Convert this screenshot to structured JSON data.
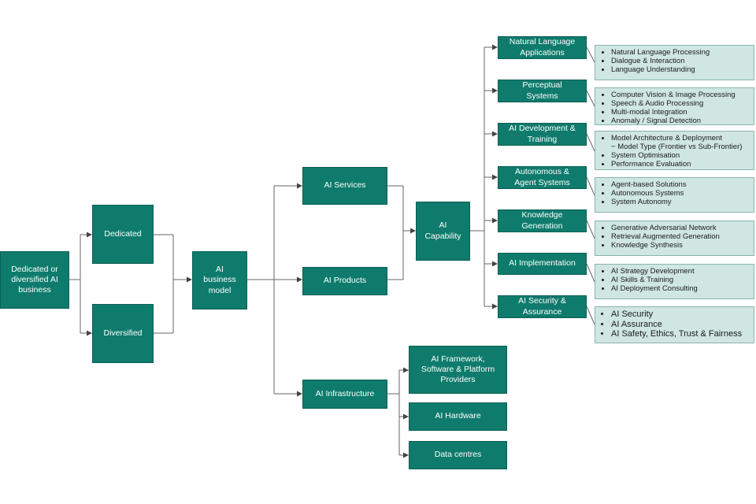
{
  "root": "Dedicated or diversified AI business",
  "level1": {
    "dedicated": "Dedicated",
    "diversified": "Diversified"
  },
  "business_model": "AI business model",
  "level3": {
    "services": "AI Services",
    "products": "AI Products",
    "infrastructure": "AI Infrastructure"
  },
  "capability": "AI Capability",
  "capabilities": [
    {
      "label": "Natural Language Applications",
      "items": [
        "Natural Language Processing",
        "Dialogue & Interaction",
        "Language Understanding"
      ]
    },
    {
      "label": "Perceptual Systems",
      "items": [
        "Computer Vision & Image Processing",
        "Speech & Audio Processing",
        "Multi-modal Integration",
        "Anomaly / Signal Detection"
      ]
    },
    {
      "label": "AI Development & Training",
      "items": [
        "Model Architecture & Deployment"
      ],
      "subitem": "Model Type (Frontier vs Sub-Frontier)",
      "items2": [
        "System Optimisation",
        "Performance Evaluation"
      ]
    },
    {
      "label": "Autonomous & Agent Systems",
      "items": [
        "Agent-based Solutions",
        "Autonomous Systems",
        "System Autonomy"
      ]
    },
    {
      "label": "Knowledge Generation",
      "items": [
        "Generative Adversarial Network",
        "Retrieval Augmented Generation",
        "Knowledge Synthesis"
      ]
    },
    {
      "label": "AI Implementation",
      "items": [
        "AI Strategy Development",
        "AI Skills & Training",
        "AI Deployment Consulting"
      ]
    },
    {
      "label": "AI Security & Assurance",
      "items": [
        "AI Security",
        "AI Assurance",
        "AI Safety, Ethics, Trust & Fairness"
      ]
    }
  ],
  "infrastructure_children": [
    "AI Framework, Software & Platform Providers",
    "AI Hardware",
    "Data centres"
  ],
  "colors": {
    "box": "#0f7b6c",
    "box_border": "#0b5f54",
    "list_bg": "#cfe6e1",
    "connector": "#555555"
  }
}
